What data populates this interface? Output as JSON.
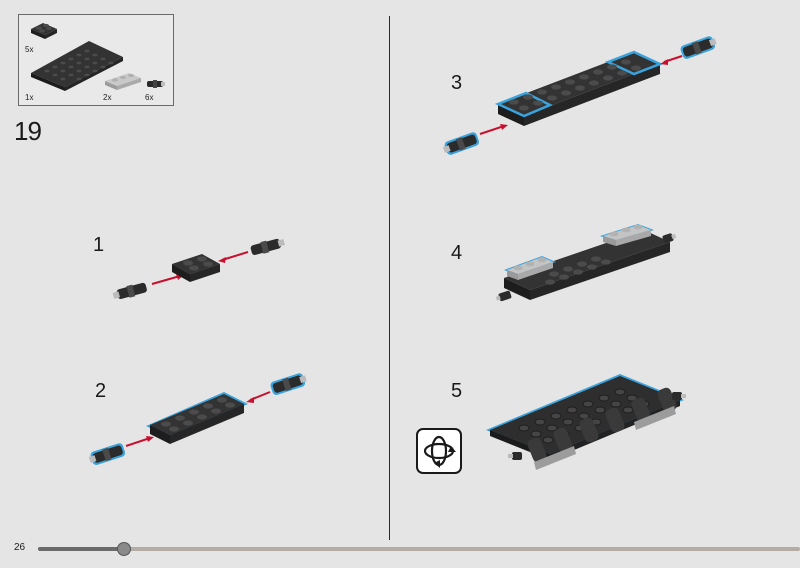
{
  "step": {
    "number": "19"
  },
  "parts_list": [
    {
      "qty": "5x",
      "item": "plate-2x2-black"
    },
    {
      "qty": "1x",
      "item": "plate-6x12-black"
    },
    {
      "qty": "2x",
      "item": "plate-1x3-light-gray"
    },
    {
      "qty": "6x",
      "item": "pin-connector"
    }
  ],
  "substeps": [
    {
      "label": "1"
    },
    {
      "label": "2"
    },
    {
      "label": "3"
    },
    {
      "label": "4"
    },
    {
      "label": "5"
    }
  ],
  "icons": {
    "rotate": "rotate-model-icon"
  },
  "footer": {
    "page_number": "26",
    "progress": 0.113
  },
  "colors": {
    "highlight": "#3aa3dd",
    "arrow": "#c8102e",
    "brick_black": "#2b2b2b",
    "brick_gray": "#bdbdbd"
  }
}
